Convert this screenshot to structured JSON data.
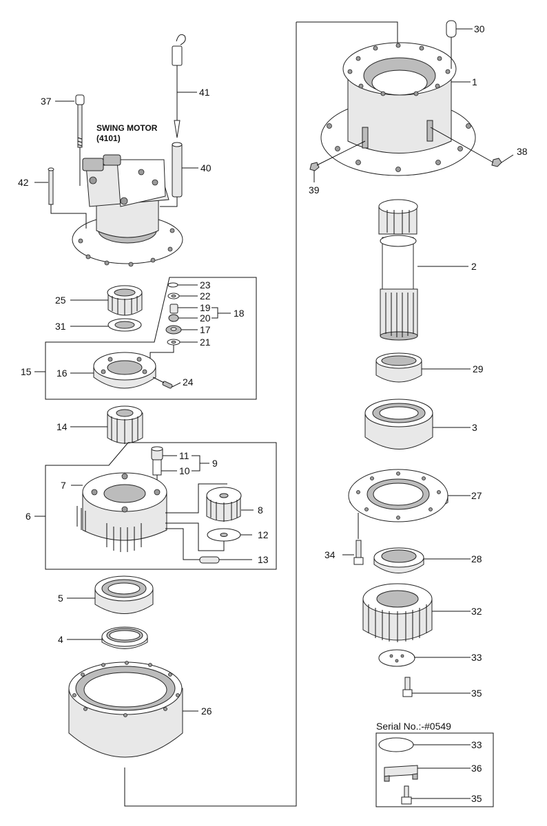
{
  "diagram": {
    "title_lines": [
      "SWING MOTOR",
      "(4101)"
    ],
    "serial_note": "Serial No.:-#0549",
    "labels": [
      {
        "id": "l30",
        "text": "30"
      },
      {
        "id": "l1",
        "text": "1"
      },
      {
        "id": "l37",
        "text": "37"
      },
      {
        "id": "l41",
        "text": "41"
      },
      {
        "id": "l38",
        "text": "38"
      },
      {
        "id": "l39",
        "text": "39"
      },
      {
        "id": "l40",
        "text": "40"
      },
      {
        "id": "l42",
        "text": "42"
      },
      {
        "id": "l2",
        "text": "2"
      },
      {
        "id": "l23",
        "text": "23"
      },
      {
        "id": "l22",
        "text": "22"
      },
      {
        "id": "l25",
        "text": "25"
      },
      {
        "id": "l19",
        "text": "19"
      },
      {
        "id": "l18",
        "text": "18"
      },
      {
        "id": "l20",
        "text": "20"
      },
      {
        "id": "l31",
        "text": "31"
      },
      {
        "id": "l17",
        "text": "17"
      },
      {
        "id": "l21",
        "text": "21"
      },
      {
        "id": "l15",
        "text": "15"
      },
      {
        "id": "l16",
        "text": "16"
      },
      {
        "id": "l29",
        "text": "29"
      },
      {
        "id": "l24",
        "text": "24"
      },
      {
        "id": "l14",
        "text": "14"
      },
      {
        "id": "l3",
        "text": "3"
      },
      {
        "id": "l11",
        "text": "11"
      },
      {
        "id": "l9",
        "text": "9"
      },
      {
        "id": "l10",
        "text": "10"
      },
      {
        "id": "l7",
        "text": "7"
      },
      {
        "id": "l27",
        "text": "27"
      },
      {
        "id": "l8",
        "text": "8"
      },
      {
        "id": "l6",
        "text": "6"
      },
      {
        "id": "l12",
        "text": "12"
      },
      {
        "id": "l34",
        "text": "34"
      },
      {
        "id": "l13",
        "text": "13"
      },
      {
        "id": "l28",
        "text": "28"
      },
      {
        "id": "l5",
        "text": "5"
      },
      {
        "id": "l32",
        "text": "32"
      },
      {
        "id": "l4",
        "text": "4"
      },
      {
        "id": "l33a",
        "text": "33"
      },
      {
        "id": "l35a",
        "text": "35"
      },
      {
        "id": "l26",
        "text": "26"
      },
      {
        "id": "l33b",
        "text": "33"
      },
      {
        "id": "l36",
        "text": "36"
      },
      {
        "id": "l35b",
        "text": "35"
      }
    ]
  }
}
